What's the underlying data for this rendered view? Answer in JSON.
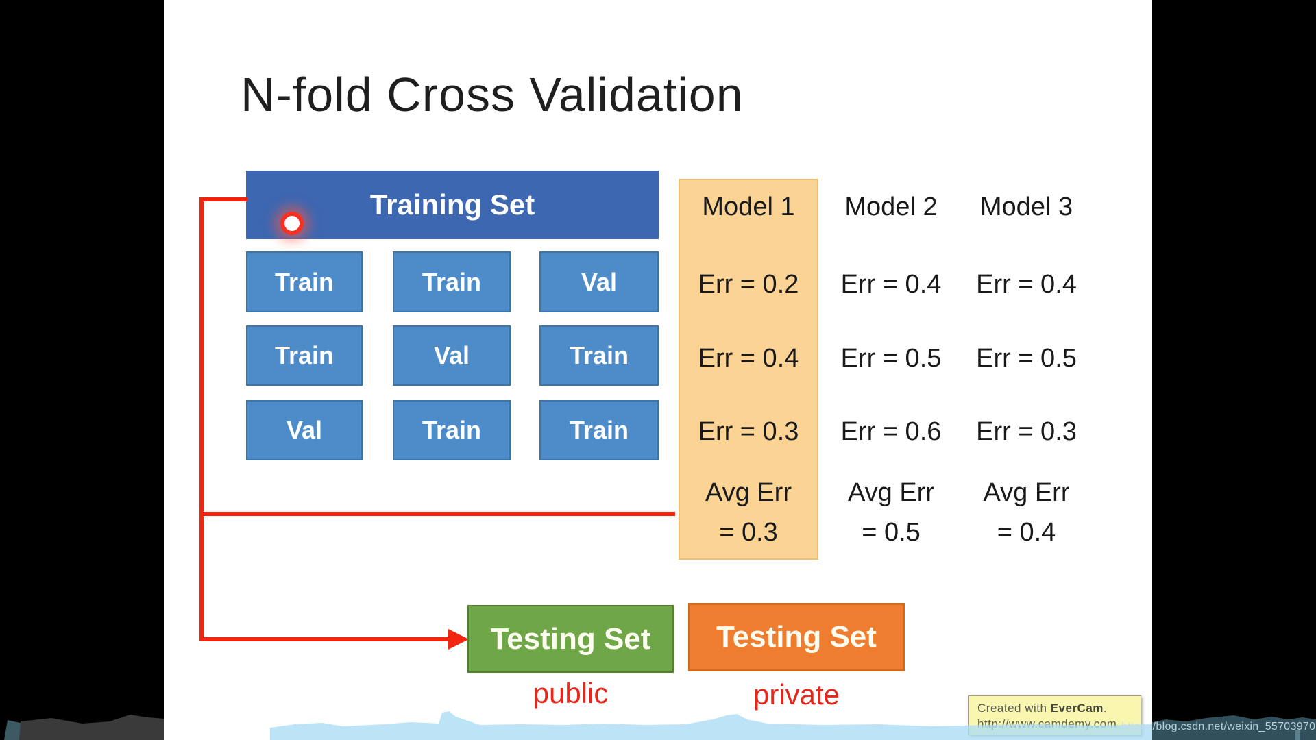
{
  "slide": {
    "title": "N-fold Cross Validation",
    "training_set_label": "Training Set",
    "grid": {
      "rows": [
        [
          "Train",
          "Train",
          "Val"
        ],
        [
          "Train",
          "Val",
          "Train"
        ],
        [
          "Val",
          "Train",
          "Train"
        ]
      ]
    },
    "models": [
      {
        "name": "Model 1",
        "errors": [
          "Err = 0.2",
          "Err = 0.4",
          "Err = 0.3"
        ],
        "avg_line1": "Avg Err",
        "avg_line2": "= 0.3",
        "highlighted": true
      },
      {
        "name": "Model 2",
        "errors": [
          "Err = 0.4",
          "Err = 0.5",
          "Err = 0.6"
        ],
        "avg_line1": "Avg Err",
        "avg_line2": "= 0.5",
        "highlighted": false
      },
      {
        "name": "Model 3",
        "errors": [
          "Err = 0.4",
          "Err = 0.5",
          "Err = 0.3"
        ],
        "avg_line1": "Avg Err",
        "avg_line2": "= 0.4",
        "highlighted": false
      }
    ],
    "testing_sets": [
      {
        "label": "Testing Set",
        "caption": "public",
        "color": "#6fa647"
      },
      {
        "label": "Testing Set",
        "caption": "private",
        "color": "#ee7d2f"
      }
    ]
  },
  "watermarks": {
    "evercam_prefix": "Created with ",
    "evercam_brand": "EverCam",
    "evercam_suffix": ".",
    "evercam_url": "http://www.camdemy.com",
    "csdn_url": "https://blog.csdn.net/weixin_55703970"
  },
  "colors": {
    "training_header_blue": "#3d67b1",
    "grid_blue": "#4e8cc9",
    "highlight_orange": "#fbd394",
    "arrow_red": "#f3250f",
    "testing_green": "#6fa647",
    "testing_orange": "#ee7d2f",
    "caption_red": "#e6261b",
    "waveform_light_blue": "#abdcf4"
  }
}
